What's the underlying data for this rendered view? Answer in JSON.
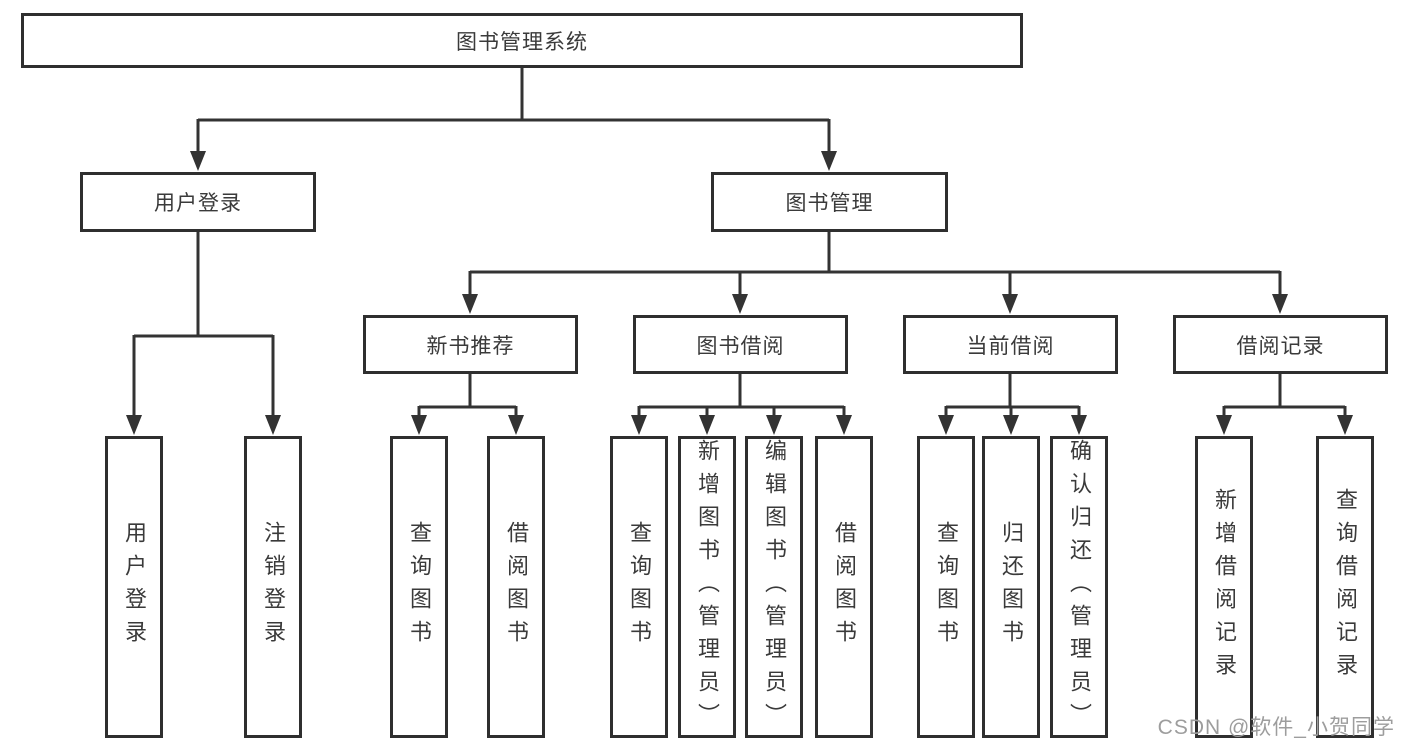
{
  "nodes": {
    "root": "图书管理系统",
    "userLogin": "用户登录",
    "bookMgmt": "图书管理",
    "newBookRec": "新书推荐",
    "bookBorrow": "图书借阅",
    "currentBorrow": "当前借阅",
    "borrowRecords": "借阅记录",
    "leafUserLogin": "用户登录",
    "leafLogout": "注销登录",
    "leafNbQuery": "查询图书",
    "leafNbBorrow": "借阅图书",
    "leafBbQuery": "查询图书",
    "leafBbAdd": "新增图书（管理员）",
    "leafBbEdit": "编辑图书（管理员）",
    "leafBbBorrow": "借阅图书",
    "leafCbQuery": "查询图书",
    "leafCbReturn": "归还图书",
    "leafCbConfirm": "确认归还（管理员）",
    "leafBrAdd": "新增借阅记录",
    "leafBrQuery": "查询借阅记录"
  },
  "watermark": "CSDN @软件_小贺同学",
  "colors": {
    "line": "#333333",
    "border": "#2f2f2f",
    "text": "#3a3a3a",
    "watermark": "#9d9d9d",
    "background": "#ffffff"
  }
}
